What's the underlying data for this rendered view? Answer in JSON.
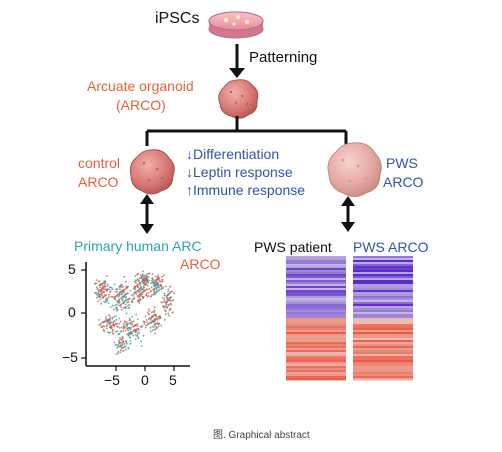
{
  "source": {
    "label": "iPSCs"
  },
  "step": {
    "label": "Patterning"
  },
  "organoid": {
    "label_line1": "Arcuate organoid",
    "label_line2": "(ARCO)"
  },
  "control": {
    "line1": "control",
    "line2": "ARCO"
  },
  "pws": {
    "line1": "PWS",
    "line2": "ARCO"
  },
  "effects": [
    {
      "arrow": "↓",
      "text": "Differentiation"
    },
    {
      "arrow": "↓",
      "text": "Leptin response"
    },
    {
      "arrow": "↑",
      "text": "Immune response"
    }
  ],
  "umap": {
    "legend_primary": "Primary human ARC",
    "legend_arco": "ARCO",
    "y_ticks": [
      "5",
      "0",
      "−5"
    ],
    "x_ticks": [
      "−5",
      "0",
      "5"
    ],
    "colors": {
      "primary": "#2aa9a9",
      "arco": "#ec5a4a"
    }
  },
  "heatmap": {
    "label_patient": "PWS patient",
    "label_arco": "PWS ARCO"
  },
  "caption": "图. Graphical abstract",
  "colors": {
    "orange_text": "#e8603c",
    "blue_text": "#2f55a8",
    "teal_text": "#2aa9a9",
    "organoid_fill": "#d9817c",
    "dish_fill": "#f2a8b8"
  }
}
